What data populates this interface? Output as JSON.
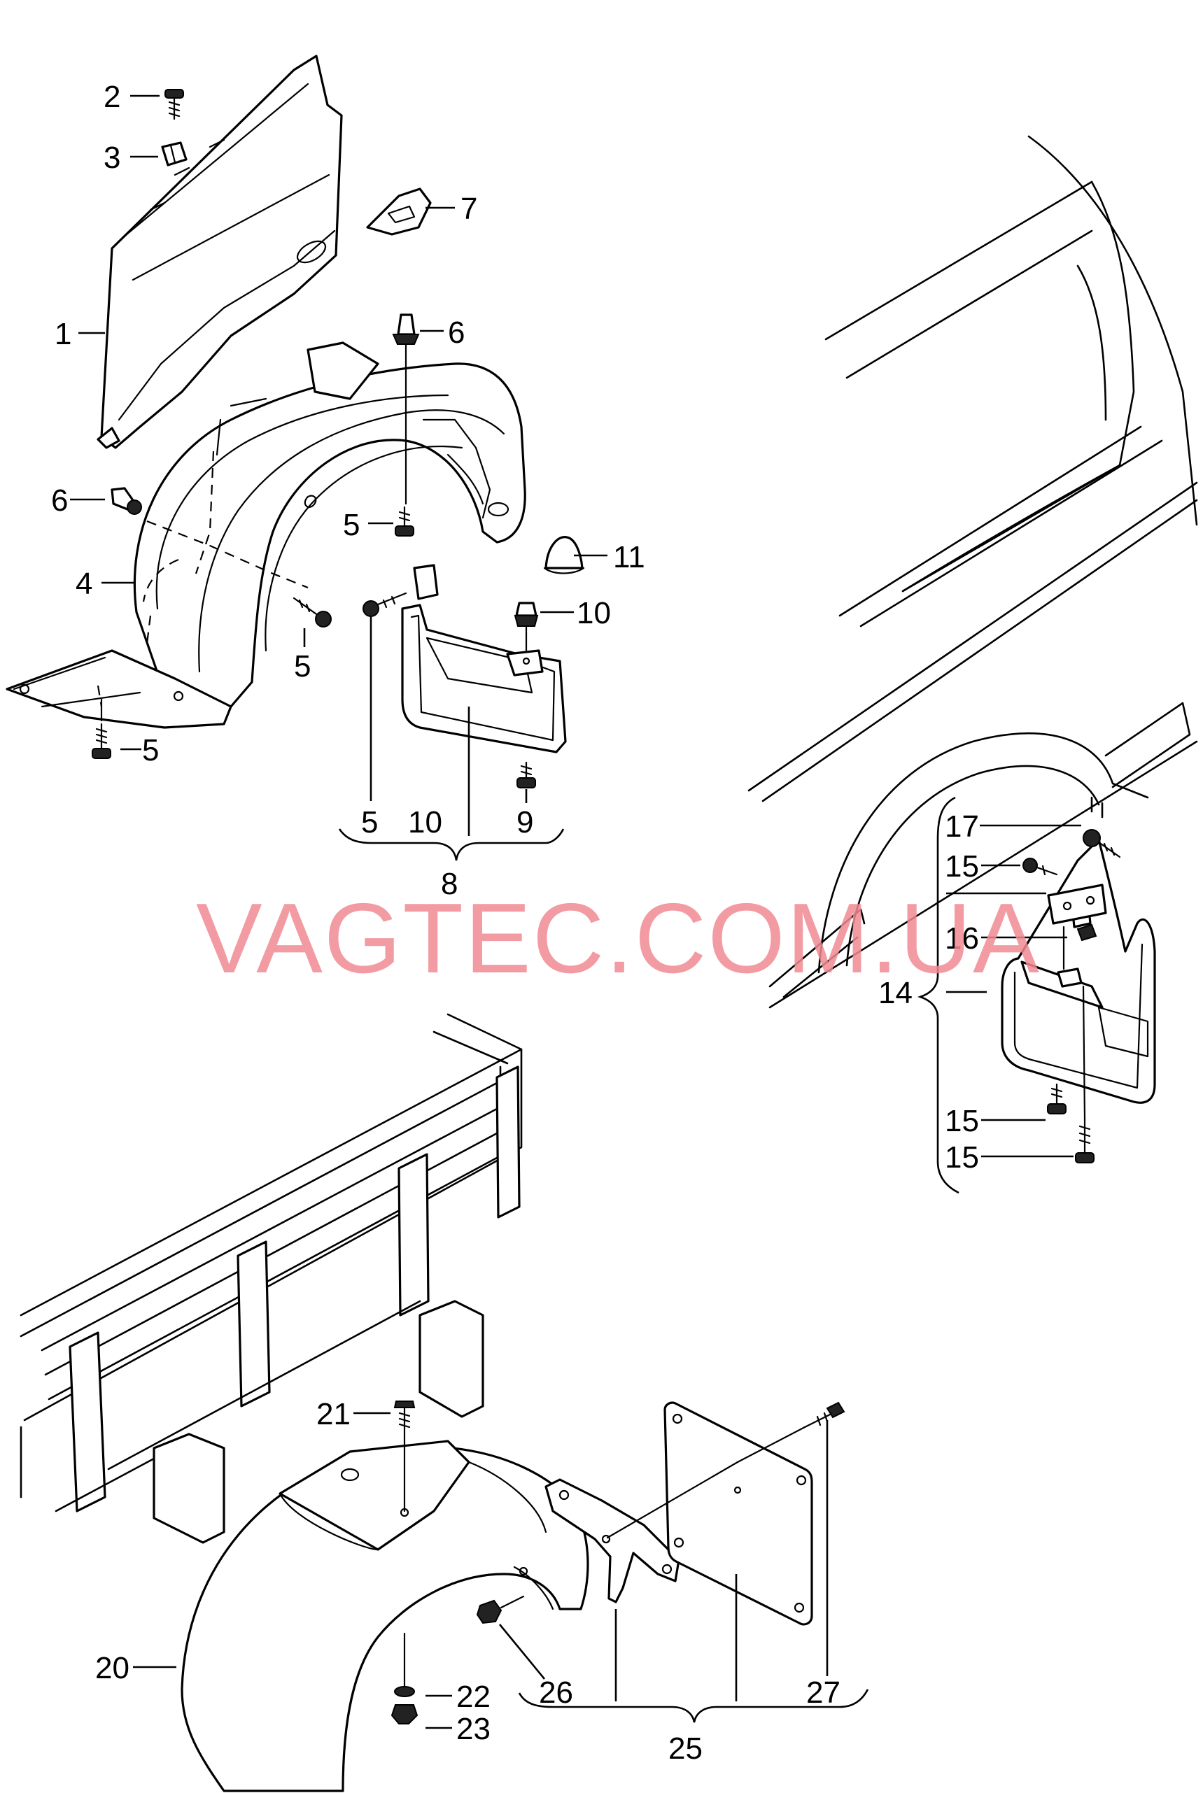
{
  "watermark": "VAGTEC.COM.UA",
  "callouts": {
    "c1": "1",
    "c2": "2",
    "c3": "3",
    "c4": "4",
    "c5a": "5",
    "c5b": "5",
    "c5c": "5",
    "c5d": "5",
    "c6a": "6",
    "c6b": "6",
    "c7": "7",
    "c8": "8",
    "c9": "9",
    "c10a": "10",
    "c10b": "10",
    "c11": "11",
    "c14": "14",
    "c15a": "15",
    "c15b": "15",
    "c15c": "15",
    "c16": "16",
    "c17": "17",
    "c20": "20",
    "c21": "21",
    "c22": "22",
    "c23": "23",
    "c25": "25",
    "c26": "26",
    "c27": "27"
  },
  "colors": {
    "line": "#000000",
    "watermark": "#f08a93",
    "background": "#ffffff"
  }
}
